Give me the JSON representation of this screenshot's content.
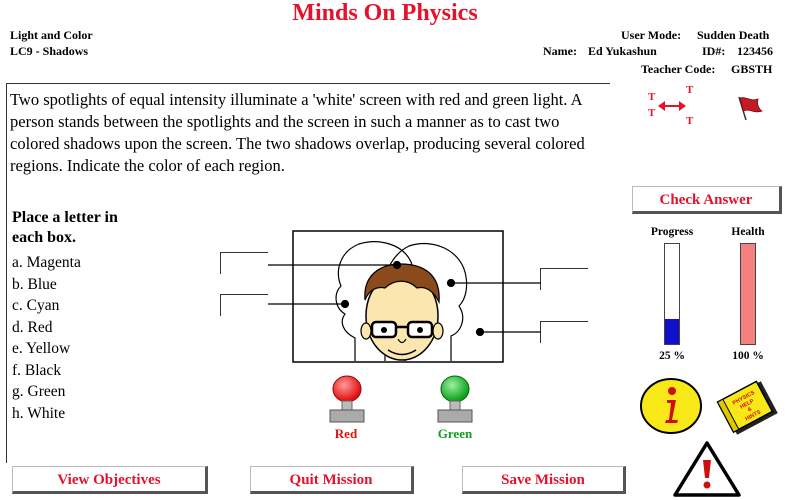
{
  "app": {
    "title": "Minds On Physics"
  },
  "header": {
    "topic": "Light and Color",
    "lesson": "LC9 - Shadows",
    "user_mode_label": "User Mode:",
    "user_mode": "Sudden Death",
    "name_label": "Name:",
    "name": "Ed Yukashun",
    "id_label": "ID#:",
    "id": "123456",
    "teacher_code_label": "Teacher Code:",
    "teacher_code": "GBSTH"
  },
  "question": {
    "text": "Two spotlights of equal intensity illuminate a 'white' screen with red and green light.  A person stands between the spotlights and the screen in such a manner as to cast two colored shadows upon the screen.  The two shadows overlap, producing several colored regions.  Indicate the color of each region.",
    "instruction": "Place a letter in each box.",
    "options": [
      "a. Magenta",
      "b. Blue",
      "c. Cyan",
      "d. Red",
      "e. Yellow",
      "f. Black",
      "g. Green",
      "h. White"
    ]
  },
  "diagram": {
    "lamp_left_label": "Red",
    "lamp_right_label": "Green",
    "lamp_left_color": "#e01010",
    "lamp_right_color": "#10a020"
  },
  "buttons": {
    "check_answer": "Check Answer",
    "view_objectives": "View Objectives",
    "quit_mission": "Quit Mission",
    "save_mission": "Save Mission"
  },
  "status": {
    "progress_label": "Progress",
    "health_label": "Health",
    "progress_percent": 25,
    "health_percent": 100,
    "progress_text": "25 %",
    "health_text": "100 %"
  },
  "icons": {
    "swap": "swap-arrows-icon",
    "flag": "flag-icon",
    "info": "info-icon",
    "help": "help-book-icon",
    "warning": "warning-icon",
    "nav_letter": "T"
  },
  "help_book": {
    "line1": "PHYSICS",
    "line2": "HELP",
    "line3": "&",
    "line4": "HINTS"
  },
  "colors": {
    "accent": "#e4122a",
    "progress": "#1010cc",
    "health": "#f58080",
    "info_yellow": "#f8e818"
  }
}
